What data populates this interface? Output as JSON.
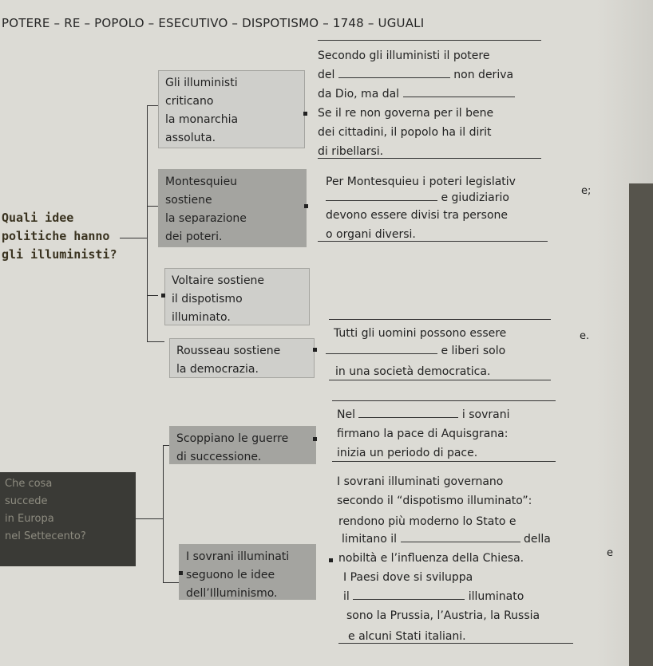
{
  "title": "POTERE – RE – POPOLO – ESECUTIVO – DISPOTISMO – 1748 – UGUALI",
  "q1": [
    "Quali idee",
    "politiche hanno",
    "gli illuministi?"
  ],
  "q2": [
    "Che cosa",
    "succede",
    "in Europa",
    "nel Settecento?"
  ],
  "boxes": {
    "illuministi": [
      "Gli illuministi",
      "criticano",
      "la monarchia",
      "assoluta."
    ],
    "montesquieu": [
      "Montesquieu",
      "sostiene",
      "la separazione",
      "dei poteri."
    ],
    "voltaire": [
      "Voltaire sostiene",
      "il dispotismo",
      "illuminato."
    ],
    "rousseau": [
      "Rousseau sostiene",
      "la democrazia."
    ],
    "guerre": [
      "Scoppiano le guerre",
      "di successione."
    ],
    "sovrani": [
      "I sovrani illuminati",
      "seguono le idee",
      "dell’Illuminismo."
    ]
  },
  "texts": {
    "t1": [
      "Secondo gli illuministi il potere",
      "del",
      "non deriva",
      "da Dio, ma dal",
      "Se il re non governa per il bene",
      "dei cittadini, il popolo ha il dirit",
      "di ribellarsi."
    ],
    "t2": [
      "Per Montesquieu i poteri legislativ",
      "e giudiziario",
      "devono essere divisi tra persone",
      "o organi diversi."
    ],
    "t3": [
      "Tutti gli uomini possono essere",
      "e liberi solo",
      "in una società democratica."
    ],
    "t4": [
      "Nel",
      "i sovrani",
      "firmano la pace di Aquisgrana:",
      "inizia un periodo di pace."
    ],
    "t5": [
      "I sovrani illuminati governano",
      "secondo il “dispotismo illuminato”:",
      "rendono più moderno lo Stato e",
      "limitano il",
      "della",
      "nobiltà e l’influenza della Chiesa.",
      "I Paesi dove si sviluppa",
      "il",
      "illuminato",
      "sono la Prussia, l’Austria, la Russia",
      "e alcuni Stati italiani."
    ]
  },
  "margin": [
    "e;",
    "e.",
    "e"
  ]
}
